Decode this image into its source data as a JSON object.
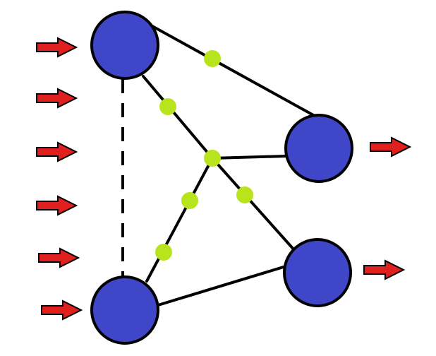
{
  "diagram": {
    "description_visible_text": "",
    "colors": {
      "background": "#ffffff",
      "node_fill": "#3f46c8",
      "node_stroke": "#000000",
      "edge": "#000000",
      "junction_dot": "#b7e41d",
      "arrow_fill": "#e01f1f",
      "arrow_stroke": "#000000"
    },
    "nodes": [
      {
        "id": "top-left"
      },
      {
        "id": "bottom-left"
      },
      {
        "id": "middle-right"
      },
      {
        "id": "bottom-right"
      }
    ],
    "edges": [
      {
        "from": "top-left",
        "to": "middle-right",
        "style": "solid"
      },
      {
        "from": "top-left",
        "to": "center-junction",
        "style": "solid"
      },
      {
        "from": "bottom-left",
        "to": "center-junction",
        "style": "solid"
      },
      {
        "from": "center-junction",
        "to": "middle-right",
        "style": "solid"
      },
      {
        "from": "center-junction",
        "to": "bottom-right",
        "style": "solid"
      },
      {
        "from": "bottom-left",
        "to": "bottom-right",
        "style": "solid"
      },
      {
        "from": "top-left",
        "to": "bottom-left",
        "style": "dashed"
      }
    ],
    "input_arrow_count": 6,
    "output_arrow_count": 2,
    "junction_dot_count": 6
  }
}
